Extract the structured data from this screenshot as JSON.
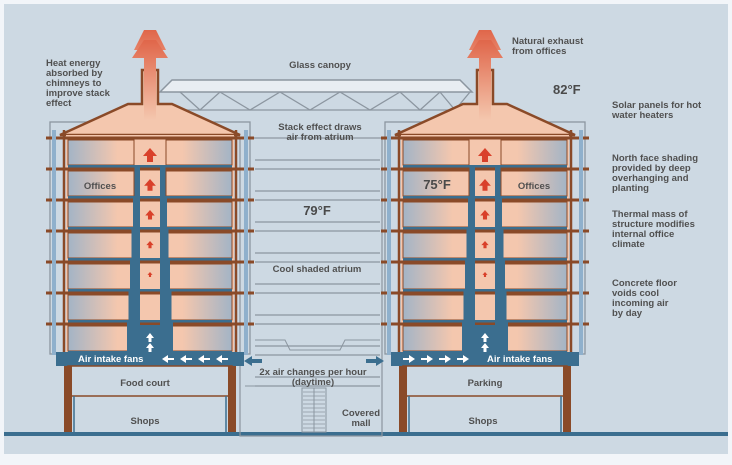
{
  "diagram": {
    "title_hidden": "Stack effect ventilation cross-section",
    "colors": {
      "background": "#cdd9e3",
      "frame": "#f2f5f9",
      "warm_air": "#f4c7ae",
      "cool_glass": "#a3b4c6",
      "structure_brown": "#8a4a28",
      "duct_blue": "#3b6e8f",
      "arrow_red": "#d9402a",
      "outline_gray": "#8c96a0"
    },
    "labels": {
      "heat_energy": [
        "Heat energy",
        "absorbed by",
        "chimneys to",
        "improve stack",
        "effect"
      ],
      "glass_canopy": "Glass canopy",
      "natural_exhaust": [
        "Natural exhaust",
        "from offices"
      ],
      "temp_outside": "82°F",
      "solar_panels": [
        "Solar panels for hot",
        "water heaters"
      ],
      "north_face": [
        "North face shading",
        "provided by deep",
        "overhanging and",
        "planting"
      ],
      "thermal_mass": [
        "Thermal mass of",
        "structure modifies",
        "internal office",
        "climate"
      ],
      "concrete_floor": [
        "Concrete floor",
        "voids cool",
        "incoming air",
        "by day"
      ],
      "stack_effect": [
        "Stack effect draws",
        "air from atrium"
      ],
      "temp_atrium": "79°F",
      "cool_atrium": "Cool shaded atrium",
      "offices_left": "Offices",
      "offices_right": "Offices",
      "temp_office": "75°F",
      "air_intake_left": "Air intake fans",
      "air_intake_right": "Air intake fans",
      "air_changes": [
        "2x air changes per hour",
        "(daytime)"
      ],
      "food_court": "Food court",
      "parking": "Parking",
      "shops_left": "Shops",
      "shops_right": "Shops",
      "covered_mall": [
        "Covered",
        "mall"
      ]
    },
    "floors_per_tower": 7,
    "stack_arrow_levels": 5
  }
}
